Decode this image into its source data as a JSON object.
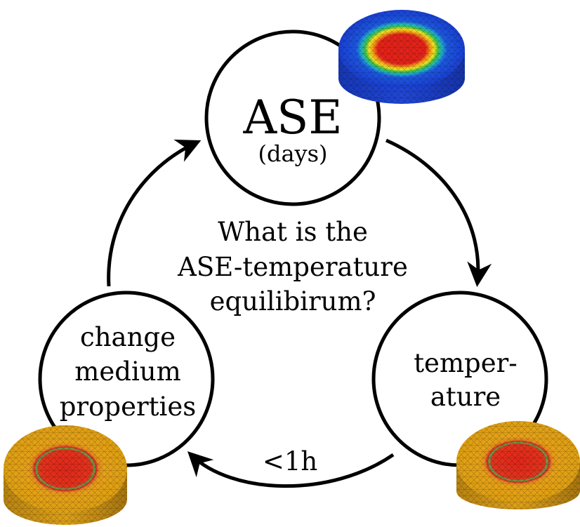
{
  "nodes": {
    "ase": {
      "title": "ASE",
      "subtitle": "(days)"
    },
    "temperature": {
      "line1": "temper-",
      "line2": "ature"
    },
    "medium": {
      "line1": "change",
      "line2": "medium",
      "line3": "properties"
    }
  },
  "center_question": {
    "line1": "What is the",
    "line2": "ASE-temperature",
    "line3": "equilibirum?"
  },
  "edge_labels": {
    "bottom": "<1h"
  },
  "colors": {
    "outline": "#000000",
    "blue_disk": "#1f3fd8",
    "hot_core": "#e0261a",
    "warm_disk": "#e3a317",
    "ring_green": "#2fb24a",
    "ring_yellow": "#f2e21c"
  },
  "meshes": [
    {
      "name": "ase-mesh",
      "base": "blue"
    },
    {
      "name": "temperature-mesh",
      "base": "warm"
    },
    {
      "name": "medium-mesh",
      "base": "warm"
    }
  ]
}
